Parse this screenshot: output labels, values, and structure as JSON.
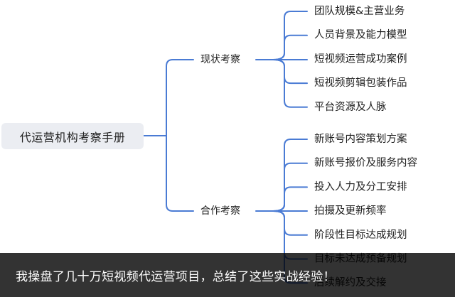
{
  "diagram": {
    "root": "代运营机构考察手册",
    "branches": [
      {
        "label": "现状考察",
        "children": [
          "团队规模&主营业务",
          "人员背景及能力模型",
          "短视频运营成功案例",
          "短视频剪辑包装作品",
          "平台资源及人脉"
        ]
      },
      {
        "label": "合作考察",
        "children": [
          "新账号内容策划方案",
          "新账号报价及服务内容",
          "投入人力及分工安排",
          "拍摄及更新频率",
          "阶段性目标达成规划",
          "目标未达成预备规划",
          "后续解约及交接"
        ]
      }
    ],
    "line_color": "#4a7bd4"
  },
  "caption": {
    "text": "我操盘了几十万短视频代运营项目，总结了这些实战经验！"
  }
}
